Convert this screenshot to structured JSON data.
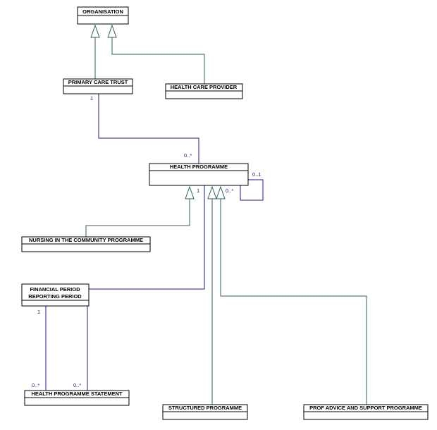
{
  "diagram": {
    "type": "uml-class-diagram",
    "colors": {
      "association": "#1a1a8c",
      "generalization": "#2f5f5f",
      "box_border": "#000000",
      "text": "#000000"
    },
    "classes": {
      "organisation": "ORGANISATION",
      "primary_care_trust": "PRIMARY CARE TRUST",
      "health_care_provider": "HEALTH CARE PROVIDER",
      "health_programme": "HEALTH PROGRAMME",
      "nursing_programme": "NURSING IN THE COMMUNITY PROGRAMME",
      "financial_period_line1": "FINANCIAL PERIOD",
      "financial_period_line2": "REPORTING PERIOD",
      "health_programme_statement": "HEALTH PROGRAMME STATEMENT",
      "structured_programme": "STRUCTURED PROGRAMME",
      "prof_advice_programme": "PROF ADVICE AND SUPPORT PROGRAMME"
    },
    "multiplicities": {
      "pct_one": "1",
      "hp_many_from_pct": "0..*",
      "hp_self_top": "0..1",
      "hp_self_bottom": "0..*",
      "hp_one": "1",
      "fp_one": "1",
      "hps_many_left": "0..*",
      "hps_many_right": "0..*"
    }
  }
}
